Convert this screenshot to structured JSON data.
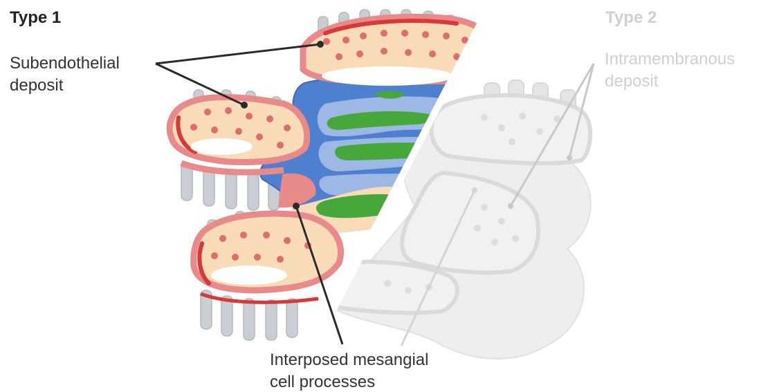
{
  "type1": {
    "title": "Type 1",
    "subendothelial_label": [
      "Subendothelial",
      "deposit"
    ],
    "interposed_label": [
      "Interposed mesangial",
      "cell processes"
    ]
  },
  "type2": {
    "title": "Type 2",
    "intramembranous_label": [
      "Intramembranous",
      "deposit"
    ]
  },
  "colors": {
    "basement_membrane": "#e98a8a",
    "deposit": "#d93838",
    "cytoplasm": "#f9dbb8",
    "nuclei_dots": "#de6d6d",
    "mesangium": "#4f7fcf",
    "mesangial_matrix": "#9db8e4",
    "mesangial_cells": "#46a83b",
    "foot_processes": "#c9cdd4",
    "type2_faded": "#e2e2e2",
    "label_text": "#333333",
    "faded_text": "#cfcfcf"
  }
}
